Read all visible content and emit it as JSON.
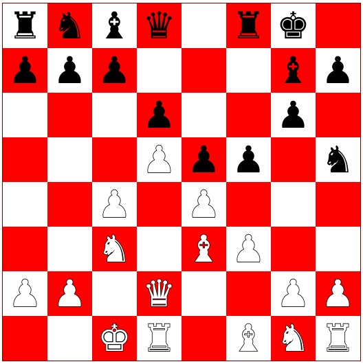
{
  "board": {
    "light_color": "#ffffff",
    "dark_color": "#ff0000",
    "ranks": [
      [
        "bR",
        "bN",
        "bB",
        "bQ",
        "",
        "bR",
        "bK",
        ""
      ],
      [
        "bP",
        "bP",
        "bP",
        "",
        "",
        "",
        "bB",
        "bP"
      ],
      [
        "",
        "",
        "",
        "bP",
        "",
        "",
        "bP",
        ""
      ],
      [
        "",
        "",
        "",
        "wP",
        "bP",
        "bP",
        "",
        "bN"
      ],
      [
        "",
        "",
        "wP",
        "",
        "wP",
        "",
        "",
        ""
      ],
      [
        "",
        "",
        "wN",
        "",
        "wB",
        "wP",
        "",
        ""
      ],
      [
        "wP",
        "wP",
        "",
        "wQ",
        "",
        "",
        "wP",
        "wP"
      ],
      [
        "",
        "",
        "wK",
        "wR",
        "",
        "wB",
        "wN",
        "wR"
      ]
    ]
  },
  "pieces": {
    "bK": {
      "glyph": "♚",
      "side": "black",
      "name": "black-king-icon"
    },
    "bQ": {
      "glyph": "♛",
      "side": "black",
      "name": "black-queen-icon"
    },
    "bR": {
      "glyph": "♜",
      "side": "black",
      "name": "black-rook-icon"
    },
    "bB": {
      "glyph": "♝",
      "side": "black",
      "name": "black-bishop-icon"
    },
    "bN": {
      "glyph": "♞",
      "side": "black",
      "name": "black-knight-icon"
    },
    "bP": {
      "glyph": "♟",
      "side": "black",
      "name": "black-pawn-icon"
    },
    "wK": {
      "glyph": "♚",
      "side": "white",
      "name": "white-king-icon"
    },
    "wQ": {
      "glyph": "♛",
      "side": "white",
      "name": "white-queen-icon"
    },
    "wR": {
      "glyph": "♜",
      "side": "white",
      "name": "white-rook-icon"
    },
    "wB": {
      "glyph": "♝",
      "side": "white",
      "name": "white-bishop-icon"
    },
    "wN": {
      "glyph": "♞",
      "side": "white",
      "name": "white-knight-icon"
    },
    "wP": {
      "glyph": "♟",
      "side": "white",
      "name": "white-pawn-icon"
    }
  }
}
